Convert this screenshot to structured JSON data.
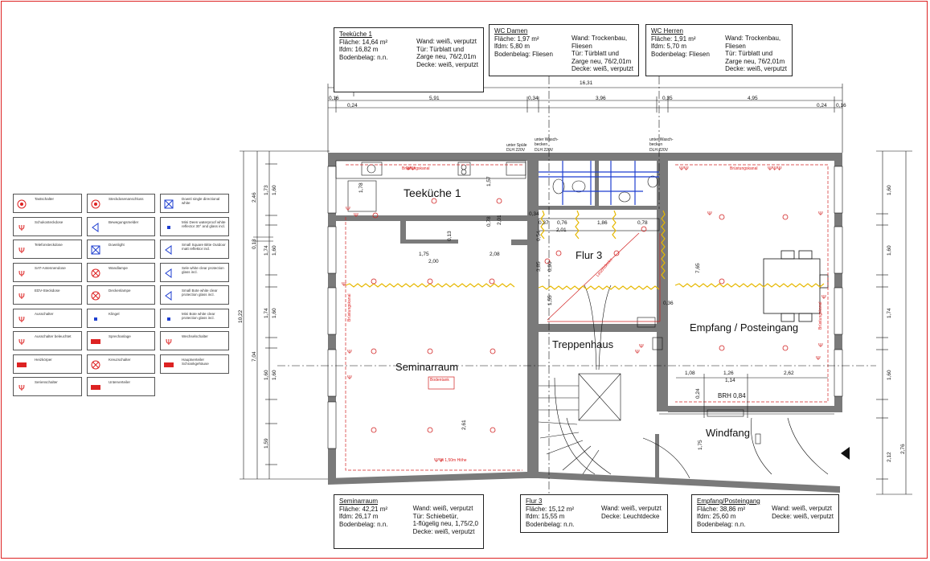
{
  "rooms": {
    "teekueche": "Teeküche 1",
    "flur": "Flur 3",
    "empfang": "Empfang / Posteingang",
    "treppenhaus": "Treppenhaus",
    "seminarraum": "Seminarraum",
    "windfang": "Windfang"
  },
  "boxes": {
    "teekueche": {
      "title": "Teeküche 1",
      "l1": "Fläche: 14,64 m²",
      "l2": "lfdm: 16,82 m",
      "l3": "Bodenbelag: n.n.",
      "r1": "Wand: weiß, verputzt",
      "r2": "Tür: Türblatt und",
      "r3": "Zarge neu, 76/2,01m",
      "r4": "Decke: weiß, verputzt"
    },
    "wcdamen": {
      "title": "WC Damen",
      "l1": "Fläche: 1,97 m²",
      "l2": "lfdm: 5,80 m",
      "l3": "Bodenbelag: Fliesen",
      "r1": "Wand: Trockenbau,",
      "r2": "Fliesen",
      "r3": "Tür: Türblatt und",
      "r4": "Zarge neu, 76/2,01m",
      "r5": "Decke: weiß, verputzt"
    },
    "wcherren": {
      "title": "WC Herren",
      "l1": "Fläche: 1,91 m²",
      "l2": "lfdm: 5,70 m",
      "l3": "Bodenbelag: Fliesen",
      "r1": "Wand: Trockenbau,",
      "r2": "Fliesen",
      "r3": "Tür: Türblatt und",
      "r4": "Zarge neu, 76/2,01m",
      "r5": "Decke: weiß, verputzt"
    },
    "seminarraum": {
      "title": "Seminarraum",
      "l1": "Fläche: 42,21 m²",
      "l2": "lfdm: 26,17 m",
      "l3": "Bodenbelag:  n.n.",
      "r1": "Wand: weiß, verputzt",
      "r2": "Tür: Schiebetür,",
      "r3": "1-flügelig neu, 1,75/2,0",
      "r4": "Decke: weiß, verputzt"
    },
    "flur": {
      "title": "Flur 3",
      "l1": "Fläche: 15,12 m²",
      "l2": "lfdm: 15,55 m",
      "l3": "Bodenbelag: n.n.",
      "r1": "Wand: weiß, verputzt",
      "r2": "Decke: Leuchtdecke"
    },
    "empfang": {
      "title": "Empfang/Posteingang",
      "l1": "Fläche: 38,86 m²",
      "l2": "lfdm: 25,60 m",
      "l3": "Bodenbelag: n.n.",
      "r1": "Wand: weiß, verputzt",
      "r2": "Decke: weiß, verputzt"
    }
  },
  "dims": {
    "total": "16,31",
    "d016a": "0,16",
    "d024a": "0,24",
    "d591": "5,91",
    "d034": "0,34",
    "d396": "3,96",
    "d035": "0,35",
    "d495": "4,95",
    "d024b": "0,24",
    "d016b": "0,16",
    "v1022": "10,22",
    "v246": "2,46",
    "v013": "0,13",
    "v704": "7,04",
    "v173": "1,73",
    "v160a": "1,60",
    "v174a": "1,74",
    "v160b": "1,60",
    "v174b": "1,74",
    "v160c": "1,60",
    "v160d": "1,60",
    "v159": "1,59",
    "v160e": "1,60",
    "r160a": "1,60",
    "r160b": "1,60",
    "r174": "1,74",
    "r160c": "1,60",
    "r276": "2,76",
    "r212": "2,12",
    "k175": "1,75",
    "k200": "2,00",
    "k208": "2,08",
    "k178": "1,78",
    "k157": "1,57",
    "k078": "0,78",
    "k201": "2,01",
    "k013": "0,13",
    "f034": "0,34",
    "f037": "0,37",
    "f076": "0,76",
    "f186": "1,86",
    "f078": "0,78",
    "f201": "2,01",
    "f054": "0,54",
    "f090": "0,90",
    "f385": "3,85",
    "f155": "1,55",
    "f174": "1,74",
    "e108": "1,08",
    "e126": "1,26",
    "e114": "1,14",
    "e262": "2,62",
    "e765": "7,65",
    "e036": "0,36",
    "e024": "0,24",
    "brh": "BRH 0,84",
    "s261": "2,61",
    "w175": "1,75"
  },
  "notes": {
    "spuele": "unter Spüle",
    "dlh1": "DLH 220V",
    "wasch1": "unter Wasch-",
    "becken1": "becken",
    "dlh2": "DLH 220V",
    "wasch2": "unter Wasch-",
    "becken2": "becken",
    "dlh3": "DLH 220V",
    "bruest1": "Brüstungskanal",
    "bruest2": "Brüstungskanal",
    "bruest3": "Brüstungskanal",
    "bruest4": "Brüstungskanal",
    "bodentank": "Bodentank",
    "hoehe": "in 1,50m Höhe",
    "leuchtdecke": "Leuchtdecke"
  },
  "legend": [
    {
      "label": "Tastschalter",
      "icon": "tast-icon"
    },
    {
      "label": "Steckdosenanschluss",
      "icon": "steckdosenanschluss-icon"
    },
    {
      "label": "Downl single directional white",
      "icon": "downlight-square-icon"
    },
    {
      "label": "Schukosteckdose",
      "icon": "schuko-icon"
    },
    {
      "label": "Bewegungsmelder",
      "icon": "bewegungsmelder-icon"
    },
    {
      "label": "Mini Deen waterproof white reflector 30° and glass incl.",
      "icon": "mini-deen-icon"
    },
    {
      "label": "Telefonsteckdose",
      "icon": "telefon-icon"
    },
    {
      "label": "Downlight",
      "icon": "downlight-icon"
    },
    {
      "label": "Small Square Bitte Outdoor matt reflektor incl.",
      "icon": "small-square-icon"
    },
    {
      "label": "SAT-Antennendose",
      "icon": "sat-icon"
    },
    {
      "label": "Wandlampe",
      "icon": "wandlampe-icon"
    },
    {
      "label": "Sele white clear protection glass incl.",
      "icon": "sele-icon"
    },
    {
      "label": "EDV-Steckdose",
      "icon": "edv-icon"
    },
    {
      "label": "Deckenlampe",
      "icon": "deckenlampe-icon"
    },
    {
      "label": "Small Bote white clear protection glass incl.",
      "icon": "small-bote-icon"
    },
    {
      "label": "Ausschalter",
      "icon": "ausschalter-icon"
    },
    {
      "label": "Klingel",
      "icon": "klingel-icon"
    },
    {
      "label": "Mini Bote white clear protection glass incl.",
      "icon": "mini-bote-icon"
    },
    {
      "label": "Ausschalter beleuchtet",
      "icon": "ausschalter-beleuchtet-icon"
    },
    {
      "label": "Sprechanlage",
      "icon": "sprechanlage-icon"
    },
    {
      "label": "Wechselschalter",
      "icon": "wechselschalter-icon"
    },
    {
      "label": "Heizkörper",
      "icon": "heizkoerper-icon"
    },
    {
      "label": "Kreuzschalter",
      "icon": "kreuzschalter-icon"
    },
    {
      "label": "Hauptverteiler Schrankgehäuse",
      "icon": "hauptverteiler-icon"
    },
    {
      "label": "Serienschalter",
      "icon": "serienschalter-icon"
    },
    {
      "label": "Unterverteiler",
      "icon": "unterverteiler-icon"
    }
  ],
  "colors": {
    "wall": "#7a7a7a",
    "red": "#d22222",
    "yellow": "#e6b800",
    "blue": "#1f3fd0",
    "line": "#111111"
  }
}
